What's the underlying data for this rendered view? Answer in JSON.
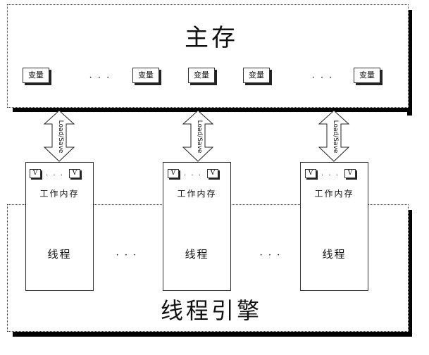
{
  "main_memory": {
    "title": "主存",
    "variables": [
      "变量",
      "变量",
      "变量",
      "变量",
      "变量"
    ],
    "ellipsis": "· · ·"
  },
  "channels": [
    {
      "label": "Load/Save"
    },
    {
      "label": "Load/Save"
    },
    {
      "label": "Load/Save"
    }
  ],
  "threads": [
    {
      "working_memory_label": "工作内存",
      "var_a": "V",
      "var_b": "V",
      "dots": "·  ·  ·",
      "thread_label": "线程"
    },
    {
      "working_memory_label": "工作内存",
      "var_a": "V",
      "var_b": "V",
      "dots": "·  ·  ·",
      "thread_label": "线程"
    },
    {
      "working_memory_label": "工作内存",
      "var_a": "V",
      "var_b": "V",
      "dots": "·  ·  ·",
      "thread_label": "线程"
    }
  ],
  "between_threads_ellipsis": "· · ·",
  "engine": {
    "title": "线程引擎"
  }
}
